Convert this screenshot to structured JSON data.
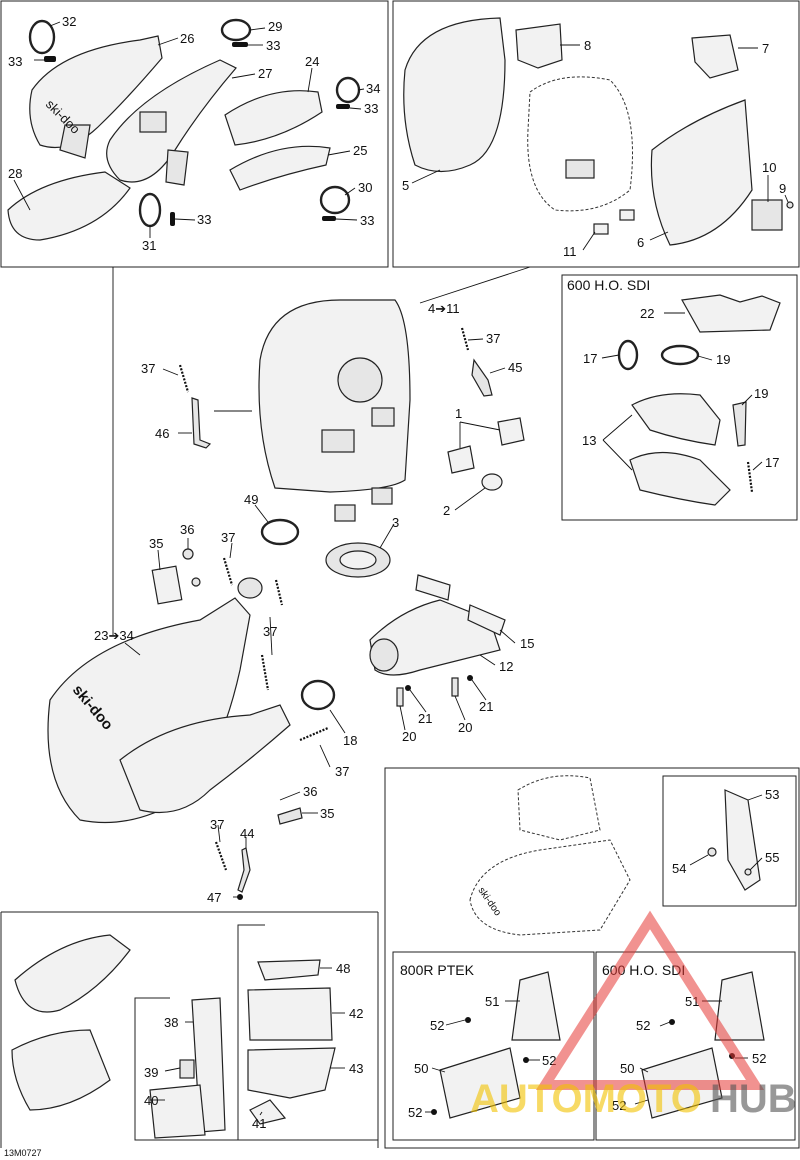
{
  "diagram": {
    "code": "13M0727",
    "sections": {
      "ho_sdi_box": "600 H.O. SDI",
      "ptek_box": "800R PTEK",
      "ho_sdi_box2": "600 H.O. SDI"
    },
    "labels": {
      "n32": "32",
      "n33a": "33",
      "n26": "26",
      "n29": "29",
      "n33b": "33",
      "n27": "27",
      "n24": "24",
      "n34": "34",
      "n33c": "33",
      "n25": "25",
      "n28": "28",
      "n30": "30",
      "n33d": "33",
      "n31": "31",
      "n33e": "33",
      "n8": "8",
      "n7": "7",
      "n5": "5",
      "n10": "10",
      "n9": "9",
      "n11": "11",
      "n6": "6",
      "n4to11": "4➔11",
      "n37a": "37",
      "n45": "45",
      "n37b": "37",
      "n1": "1",
      "n46": "46",
      "n2": "2",
      "n49": "49",
      "n3": "3",
      "n36a": "36",
      "n35a": "35",
      "n37c": "37",
      "n23to34": "23➔34",
      "n37d": "37",
      "n15": "15",
      "n12": "12",
      "n21a": "21",
      "n21b": "21",
      "n20a": "20",
      "n20b": "20",
      "n18": "18",
      "n37e": "37",
      "n36b": "36",
      "n35b": "35",
      "n37f": "37",
      "n44": "44",
      "n47": "47",
      "n22": "22",
      "n17a": "17",
      "n19a": "19",
      "n19b": "19",
      "n13": "13",
      "n17b": "17",
      "n53": "53",
      "n54": "54",
      "n55": "55",
      "n48": "48",
      "n42": "42",
      "n38": "38",
      "n43": "43",
      "n39": "39",
      "n40": "40",
      "n41": "41",
      "n51a": "51",
      "n52a": "52",
      "n52b": "52",
      "n50a": "50",
      "n52c": "52",
      "n51b": "51",
      "n52d": "52",
      "n50b": "50",
      "n52e": "52",
      "n52f": "52"
    },
    "brand": "ski-doo",
    "watermark": {
      "word1": "AUTOMOTO",
      "word2": "HUB",
      "color1": "#f2c200",
      "color2": "#555555",
      "tri_color": "#e53935"
    }
  }
}
